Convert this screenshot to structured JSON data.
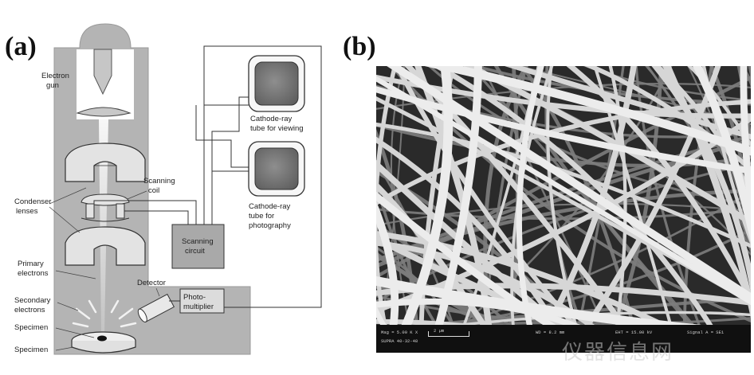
{
  "panel_a": {
    "letter": "(a)",
    "labels": {
      "electron_gun": [
        "Electron",
        "gun"
      ],
      "scanning_coil": [
        "Scanning",
        "coil"
      ],
      "condenser_lenses": [
        "Condenser",
        "lenses"
      ],
      "primary_electrons": [
        "Primary",
        "electrons"
      ],
      "secondary_electrons": [
        "Secondary",
        "electrons"
      ],
      "specimen": "Specimen",
      "specimen_stage": "Specimen",
      "detector": "Detector",
      "photomultiplier": [
        "Photo-",
        "multiplier"
      ],
      "scanning_circuit": [
        "Scanning",
        "circuit"
      ],
      "crt_viewing": [
        "Cathode-ray",
        "tube for viewing"
      ],
      "crt_photography": [
        "Cathode-ray",
        "tube for",
        "photography"
      ]
    }
  },
  "panel_b": {
    "letter": "(b)",
    "info_bar": {
      "mag": "Mag = 5.00 K X",
      "scale": "2 µm",
      "wd": "WD = 8.2 mm",
      "eht": "EHT = 15.00 kV",
      "signal": "Signal A = SE1",
      "id": "SUPRA 40-32-48"
    },
    "watermark": "仪器信息网"
  }
}
